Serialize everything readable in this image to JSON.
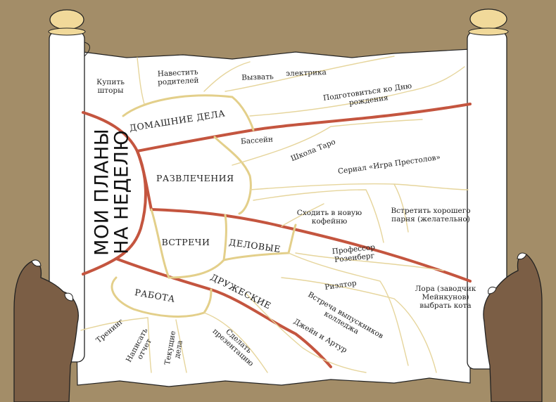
{
  "title": "МОИ ПЛАНЫ\nНА НЕДЕЛЮ",
  "branches": [
    {
      "label": "ДОМАШНИЕ ДЕЛА",
      "items": [
        "Купить\nшторы",
        "Навестить\nродителей",
        "Вызвать",
        "электрика",
        "Подготовиться ко Дню рождения"
      ]
    },
    {
      "label": "РАЗВЛЕЧЕНИЯ",
      "items": [
        "Бассейн",
        "Школа Таро",
        "Сериал «Игра Престолов»"
      ]
    },
    {
      "label": "ВСТРЕЧИ",
      "sub": [
        {
          "label": "ДЕЛОВЫЕ",
          "items": [
            "Профессор Розенберг",
            "Риэлтор"
          ]
        },
        {
          "label": "ДРУЖЕСКИЕ",
          "items": [
            "Встреча выпускников колледжа",
            "Джейн и Артур"
          ]
        }
      ],
      "items": [
        "Сходить в новую\nкофейню",
        "Встретить хорошего\nпарня (желательно)",
        "Лора (заводчик\nМейнкунов)\nвыбрать кота"
      ]
    },
    {
      "label": "РАБОТА",
      "items": [
        "Тренинг",
        "Написать\nотчет",
        "Текущие\nдела",
        "Сделать\nпрезентацию"
      ]
    }
  ],
  "colors": {
    "background": "#a38d68",
    "paper": "#ffffff",
    "red_branch": "#c4553f",
    "gold_branch": "#e3cf8a",
    "roll_knob": "#f1d99a",
    "hand": "#7b5e45"
  }
}
